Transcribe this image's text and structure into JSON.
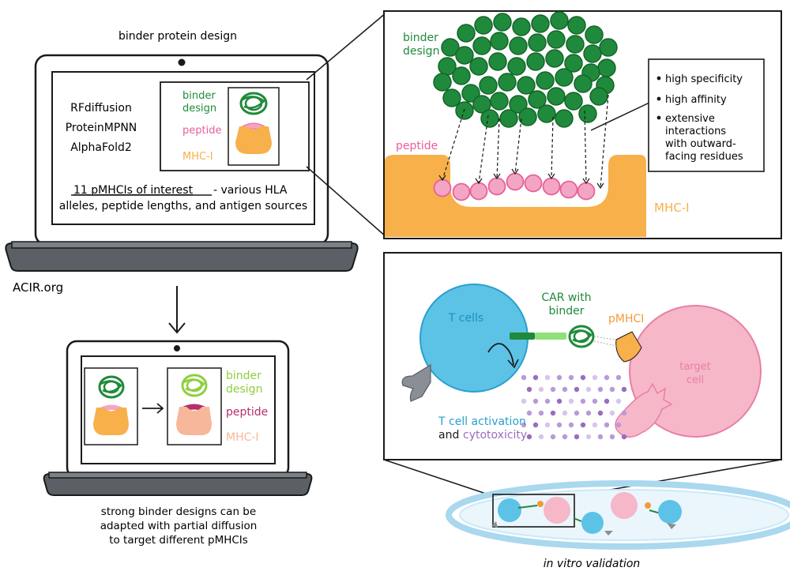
{
  "top_laptop": {
    "title": "binder protein design",
    "tools": [
      "RFdiffusion",
      "ProteinMPNN",
      "AlphaFold2"
    ],
    "inset_labels": {
      "binder": "binder",
      "design": "design",
      "peptide": "peptide",
      "mhc": "MHC-I"
    },
    "pmhc_heading": "11 pMHCIs of interest",
    "pmhc_line1_rest": "- various HLA",
    "pmhc_line2": "alleles, peptide lengths, and antigen sources",
    "credit": "ACIR.org"
  },
  "zoom_panel": {
    "binder": "binder",
    "design": "design",
    "peptide": "peptide",
    "mhc": "MHC-I",
    "bullets": [
      "high specificity",
      "high affinity",
      "extensive",
      "interactions",
      "with outward-",
      "facing residues"
    ]
  },
  "bottom_laptop": {
    "labels": {
      "binder": "binder",
      "design": "design",
      "peptide": "peptide",
      "mhc": "MHC-I"
    },
    "caption": [
      "strong binder designs can be",
      "adapted with partial diffusion",
      "to target different pMHCIs"
    ]
  },
  "tcell_panel": {
    "tcells": "T cells",
    "car_line1": "CAR with",
    "car_line2": "binder",
    "pmhci": "pMHCI",
    "target_line1": "target",
    "target_line2": "cell",
    "activation": "T cell activation",
    "and": "and",
    "cytotoxicity": "cytotoxicity"
  },
  "dish_caption": "in vitro validation",
  "colors": {
    "binder_green": "#1f8a3b",
    "binder_light": "#8fcf3f",
    "peptide_pink": "#e8609a",
    "mhc_orange": "#f7b04a",
    "tcell_blue": "#5cc3e6",
    "target_pink": "#f6b7c9",
    "purple": "#9b6bc0",
    "screen_gray": "#5a6066"
  }
}
